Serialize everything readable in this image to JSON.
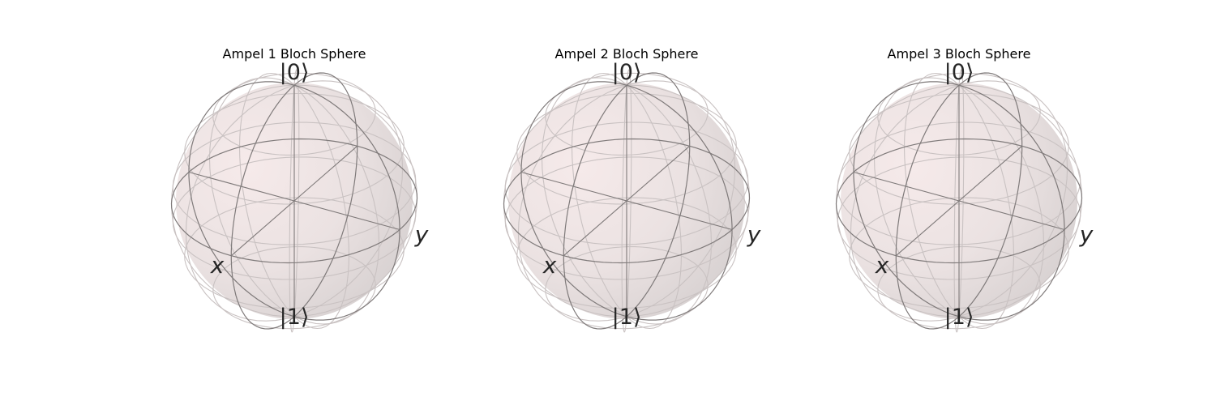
{
  "spheres": [
    {
      "title": "Ampel 1 Bloch Sphere",
      "labels": {
        "north": "|0⟩",
        "south": "|1⟩",
        "x": "x",
        "y": "y"
      }
    },
    {
      "title": "Ampel 2 Bloch Sphere",
      "labels": {
        "north": "|0⟩",
        "south": "|1⟩",
        "x": "x",
        "y": "y"
      }
    },
    {
      "title": "Ampel 3 Bloch Sphere",
      "labels": {
        "north": "|0⟩",
        "south": "|1⟩",
        "x": "x",
        "y": "y"
      }
    }
  ],
  "colors": {
    "sphere_fill_light": "#f6eaea",
    "sphere_fill_dark": "#d6d0d0",
    "frame_line": "#7f7a7a",
    "faint_line": "#c9c2c2",
    "label_text": "#262626",
    "background": "#ffffff"
  }
}
